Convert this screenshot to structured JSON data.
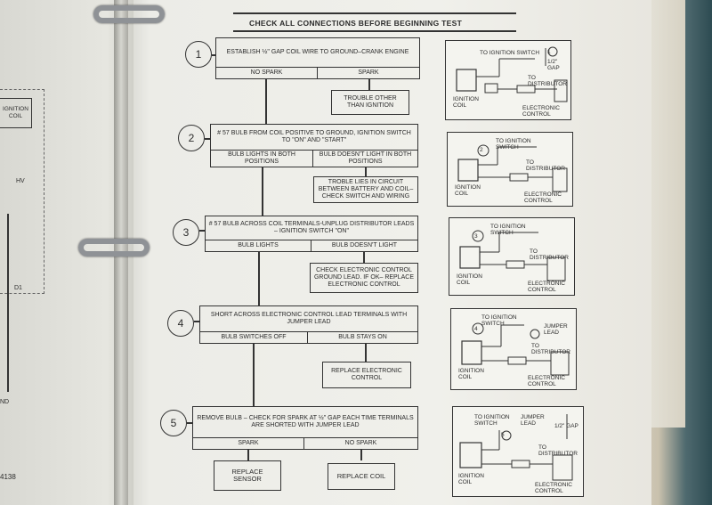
{
  "header": "CHECK ALL CONNECTIONS BEFORE BEGINNING TEST",
  "left_page": {
    "label_ignition_coil": "IGNITION\nCOIL",
    "label_hv": "HV",
    "label_d1": "D1",
    "label_nd": "ND",
    "label_code": "4138"
  },
  "steps": [
    {
      "num": "1",
      "instruction": "ESTABLISH ½\" GAP COIL WIRE TO GROUND–CRANK ENGINE",
      "left": "NO SPARK",
      "right": "SPARK",
      "result": "TROUBLE OTHER THAN IGNITION"
    },
    {
      "num": "2",
      "instruction": "# 57 BULB FROM COIL POSITIVE TO GROUND, IGNITION SWITCH TO \"ON\" AND \"START\"",
      "left": "BULB LIGHTS IN BOTH POSITIONS",
      "right": "BULB DOESN'T LIGHT IN BOTH POSITIONS",
      "result": "TROBLE LIES IN CIRCUIT BETWEEN BATTERY AND COIL– CHECK SWITCH AND WIRING"
    },
    {
      "num": "3",
      "instruction": "# 57 BULB ACROSS COIL TERMINALS-UNPLUG DISTRIBUTOR LEADS – IGNITION SWITCH \"ON\"",
      "left": "BULB LIGHTS",
      "right": "BULB DOESN'T LIGHT",
      "result": "CHECK ELECTRONIC CONTROL GROUND LEAD. IF OK– REPLACE ELECTRONIC CONTROL"
    },
    {
      "num": "4",
      "instruction": "SHORT ACROSS ELECTRONIC CONTROL LEAD TERMINALS WITH JUMPER LEAD",
      "left": "BULB SWITCHES OFF",
      "right": "BULB STAYS ON",
      "result": "REPLACE ELECTRONIC CONTROL"
    },
    {
      "num": "5",
      "instruction": "REMOVE BULB – CHECK FOR SPARK AT ½\" GAP EACH TIME TERMINALS ARE SHORTED WITH JUMPER LEAD",
      "left": "SPARK",
      "right": "NO SPARK",
      "result_left": "REPLACE SENSOR",
      "result_right": "REPLACE COIL"
    }
  ],
  "diagrams": [
    {
      "to_switch": "TO IGNITION SWITCH",
      "gap": "1/2\" GAP",
      "to_dist": "TO DISTRIBUTOR",
      "coil": "IGNITION COIL",
      "control": "ELECTRONIC CONTROL",
      "marker": "1"
    },
    {
      "to_switch": "TO IGNITION SWITCH",
      "to_dist": "TO DISTRIBUTOR",
      "coil": "IGNITION COIL",
      "control": "ELECTRONIC CONTROL",
      "marker": "2"
    },
    {
      "to_switch": "TO IGNITION SWITCH",
      "to_dist": "TO DISTRIBUTOR",
      "coil": "IGNITION COIL",
      "control": "ELECTRONIC CONTROL",
      "marker": "3"
    },
    {
      "to_switch": "TO IGNITION SWITCH",
      "jumper": "JUMPER LEAD",
      "to_dist": "TO DISTRIBUTOR",
      "coil": "IGNITION COIL",
      "control": "ELECTRONIC CONTROL",
      "marker": "4"
    },
    {
      "to_switch": "TO IGNITION SWITCH",
      "jumper": "JUMPER LEAD",
      "gap": "1/2\" GAP",
      "to_dist": "TO DISTRIBUTOR",
      "coil": "IGNITION COIL",
      "control": "ELECTRONIC CONTROL",
      "marker": "5"
    }
  ]
}
